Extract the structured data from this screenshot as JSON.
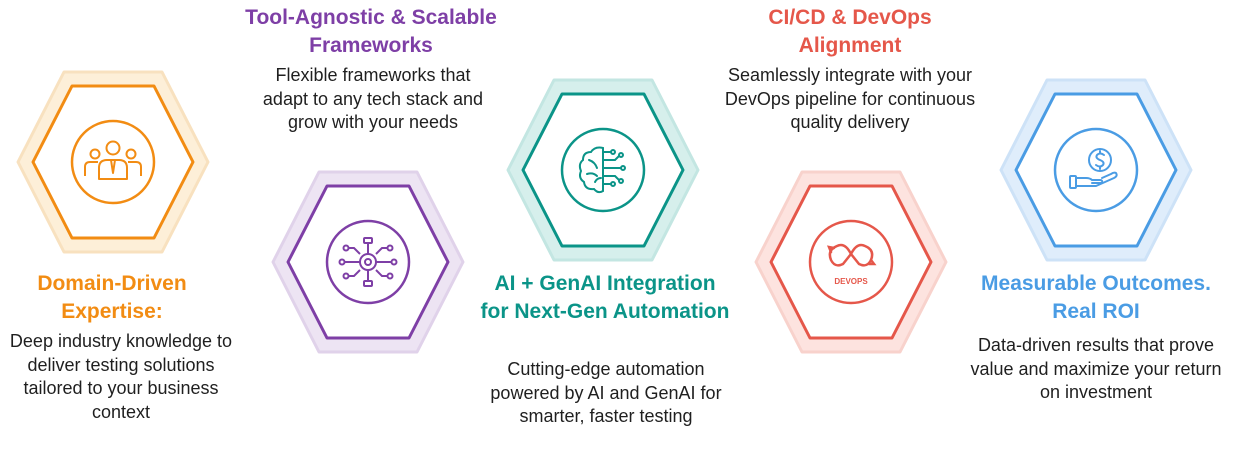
{
  "colors": {
    "orange": "#f28c13",
    "purple": "#7e3fa6",
    "teal": "#0b9488",
    "red": "#e5574a",
    "blue": "#4a9ce4"
  },
  "items": [
    {
      "title": "Domain-Driven Expertise:",
      "description": "Deep industry knowledge to deliver testing solutions tailored to your business context",
      "icon": "team-icon"
    },
    {
      "title": "Tool-Agnostic & Scalable Frameworks",
      "description": "Flexible frameworks that adapt to any tech stack and grow with your needs",
      "icon": "circuit-gear-icon"
    },
    {
      "title": "AI + GenAI Integration for Next-Gen Automation",
      "description": "Cutting-edge automation powered by AI and GenAI for smarter, faster testing",
      "icon": "ai-brain-icon"
    },
    {
      "title": "CI/CD & DevOps Alignment",
      "description": "Seamlessly integrate with your DevOps pipeline for continuous quality delivery",
      "icon": "devops-icon",
      "icon_text": "DEVOPS"
    },
    {
      "title": "Measurable Outcomes. Real ROI",
      "description": "Data-driven results that prove value and maximize your return on investment",
      "icon": "money-hand-icon"
    }
  ]
}
